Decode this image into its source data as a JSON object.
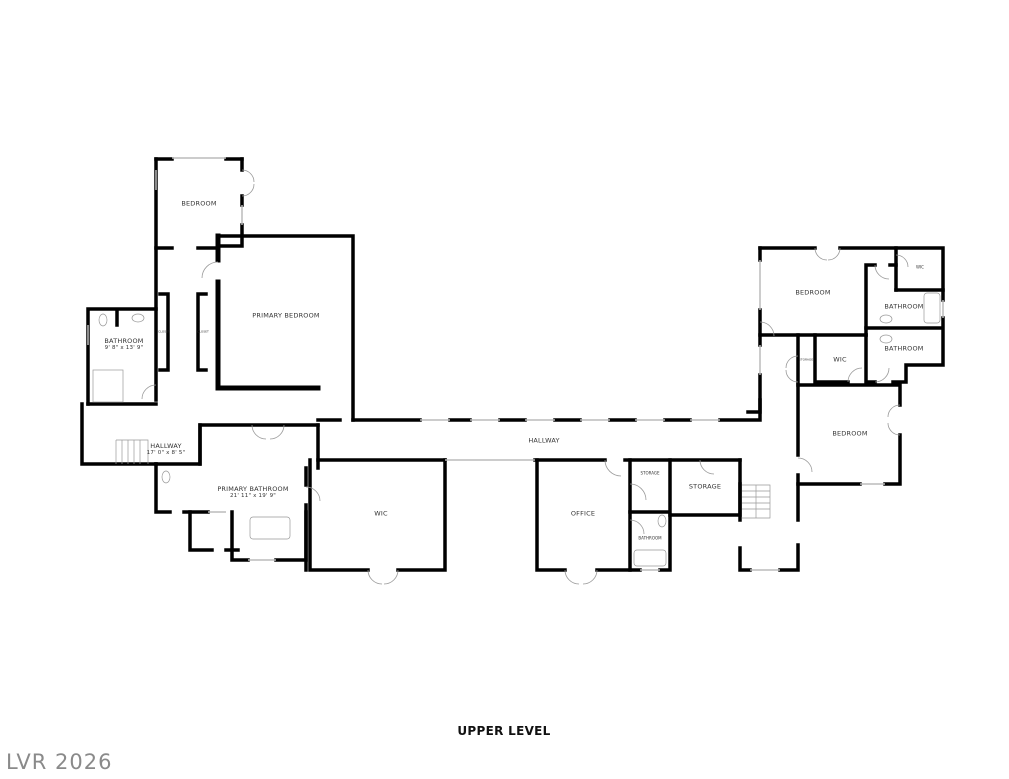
{
  "floor_plan": {
    "level_title": "UPPER LEVEL",
    "watermark": "LVR 2026",
    "wall_color": "#000000",
    "window_color": "#cccccc",
    "rooms": [
      {
        "id": "bedroom-1",
        "name": "BEDROOM",
        "dims": ""
      },
      {
        "id": "primary-bedroom",
        "name": "PRIMARY BEDROOM",
        "dims": ""
      },
      {
        "id": "bathroom-west",
        "name": "BATHROOM",
        "dims": "9' 8\" x 13' 9\""
      },
      {
        "id": "closet-left",
        "name": "CLOSET",
        "dims": ""
      },
      {
        "id": "closet-right",
        "name": "CLOSET",
        "dims": ""
      },
      {
        "id": "hallway-west",
        "name": "HALLWAY",
        "dims": "17' 0\" x 8' 5\""
      },
      {
        "id": "primary-bathroom",
        "name": "PRIMARY BATHROOM",
        "dims": "21' 11\" x 19' 9\""
      },
      {
        "id": "wic-main",
        "name": "WIC",
        "dims": ""
      },
      {
        "id": "hallway-main",
        "name": "HALLWAY",
        "dims": ""
      },
      {
        "id": "office",
        "name": "OFFICE",
        "dims": ""
      },
      {
        "id": "storage-small",
        "name": "STORAGE",
        "dims": ""
      },
      {
        "id": "storage-large",
        "name": "STORAGE",
        "dims": ""
      },
      {
        "id": "bathroom-office",
        "name": "BATHROOM",
        "dims": ""
      },
      {
        "id": "bedroom-ne",
        "name": "BEDROOM",
        "dims": ""
      },
      {
        "id": "wic-ne",
        "name": "WIC",
        "dims": ""
      },
      {
        "id": "bathroom-ne-1",
        "name": "BATHROOM",
        "dims": ""
      },
      {
        "id": "bathroom-ne-2",
        "name": "BATHROOM",
        "dims": ""
      },
      {
        "id": "storage-ne",
        "name": "STORAGE",
        "dims": ""
      },
      {
        "id": "wic-east",
        "name": "WIC",
        "dims": ""
      },
      {
        "id": "bedroom-east",
        "name": "BEDROOM",
        "dims": ""
      }
    ]
  }
}
